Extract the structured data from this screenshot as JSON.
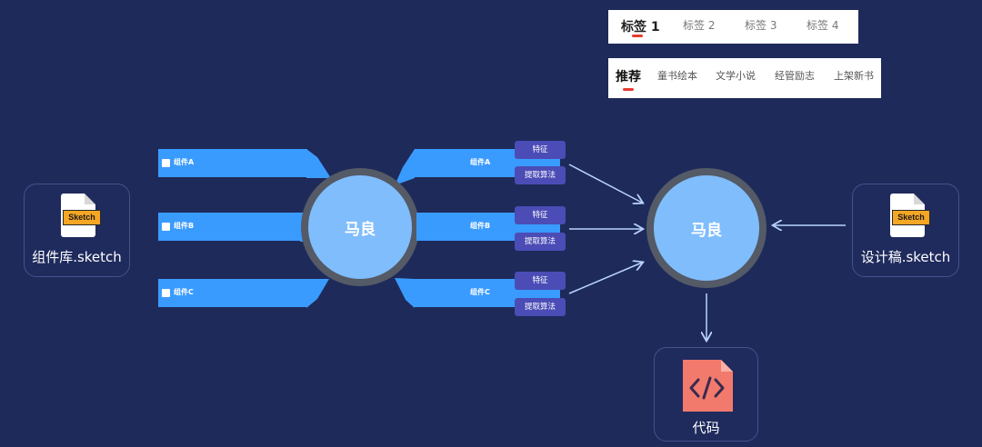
{
  "tabs_top": {
    "items": [
      "标签 1",
      "标签 2",
      "标签 3",
      "标签 4"
    ],
    "active_index": 0
  },
  "tabs_category": {
    "items": [
      "推荐",
      "童书绘本",
      "文学小说",
      "经管励志",
      "上架新书"
    ],
    "active_index": 0
  },
  "source_file": {
    "name": "组件库.sketch",
    "badge": "Sketch",
    "icon": "sketch-file-icon"
  },
  "design_file": {
    "name": "设计稿.sketch",
    "badge": "Sketch",
    "icon": "sketch-file-icon"
  },
  "components": [
    "组件A",
    "组件B",
    "组件C"
  ],
  "hub_left": "马良",
  "hub_right": "马良",
  "outputs": [
    {
      "label": "组件A",
      "feature": "特征",
      "algorithm": "提取算法"
    },
    {
      "label": "组件B",
      "feature": "特征",
      "algorithm": "提取算法"
    },
    {
      "label": "组件C",
      "feature": "特征",
      "algorithm": "提取算法"
    }
  ],
  "code_output": {
    "label": "代码",
    "icon": "code-file-icon"
  },
  "colors": {
    "background": "#1e2a5a",
    "bar": "#3a9bff",
    "hub_fill": "#80bdfc",
    "hub_ring": "#545a66",
    "tag": "#4b4cb6",
    "accent_underline": "#e63b2e",
    "sketch_badge": "#f5a623",
    "code_icon": "#f27a6c"
  }
}
